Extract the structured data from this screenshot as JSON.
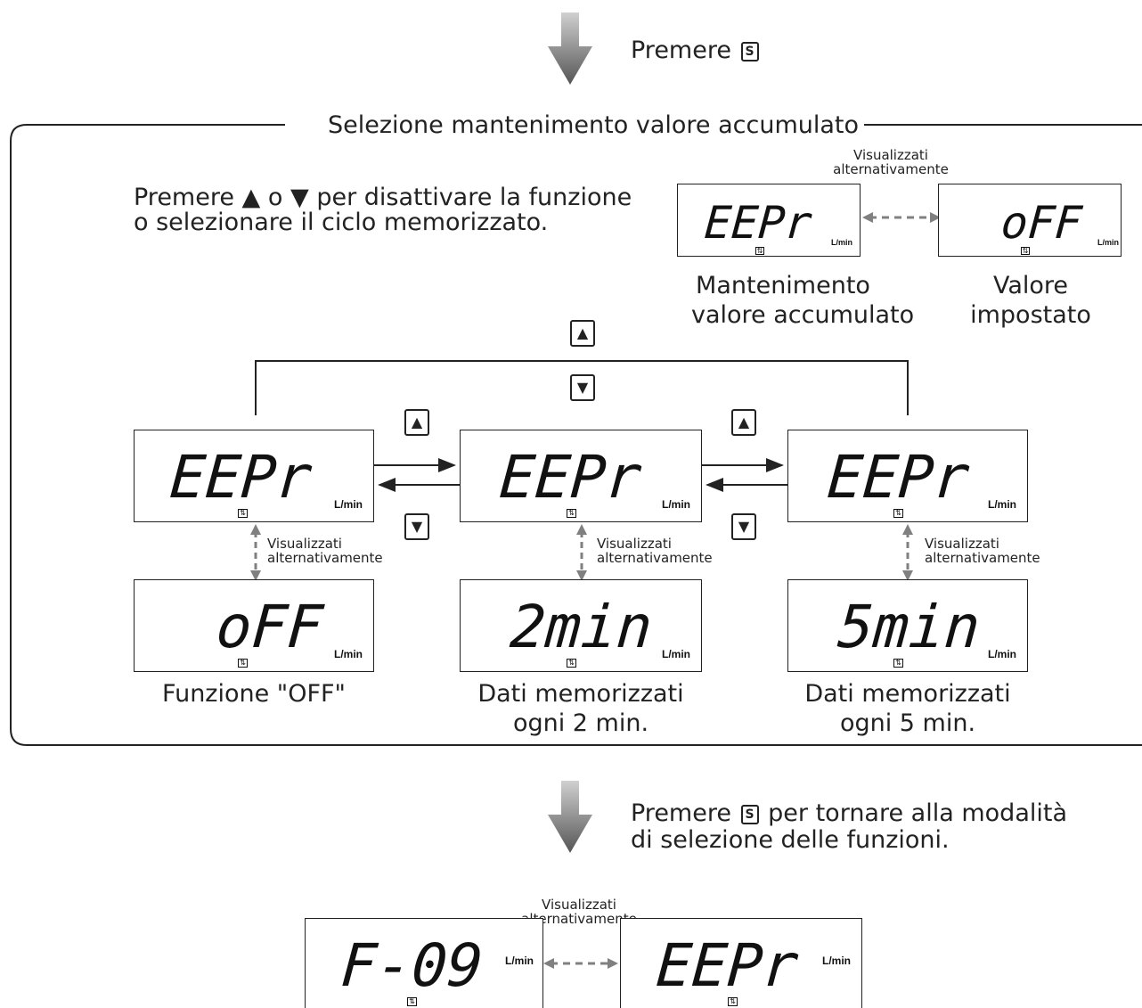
{
  "top_instruction": {
    "text": "Premere",
    "key": "S"
  },
  "frame_title": "Selezione mantenimento valore accumulato",
  "instruction": {
    "line1": "Premere ▲ o ▼ per disattivare la funzione",
    "line2": "o selezionare il ciclo memorizzato."
  },
  "alternately_label": {
    "line1": "Visualizzati",
    "line2": "alternativamente"
  },
  "unit": "L/min",
  "top_displays": [
    {
      "text": "EEPr",
      "caption1": "Mantenimento",
      "caption2": "valore accumulato"
    },
    {
      "text": "oFF",
      "caption1": "Valore",
      "caption2": "impostato"
    }
  ],
  "main_displays": [
    {
      "top_text": "EEPr",
      "bottom_text": "oFF",
      "caption1": "Funzione \"OFF\"",
      "caption2": ""
    },
    {
      "top_text": "EEPr",
      "bottom_text": "2min",
      "caption1": "Dati memorizzati",
      "caption2": "ogni 2 min."
    },
    {
      "top_text": "EEPr",
      "bottom_text": "5min",
      "caption1": "Dati memorizzati",
      "caption2": "ogni 5 min."
    }
  ],
  "buttons": {
    "up": "▲",
    "down": "▼"
  },
  "bottom_instruction": {
    "pre": "Premere",
    "key": "S",
    "post": "per tornare alla modalità",
    "line2": "di selezione delle funzioni."
  },
  "bottom_displays": [
    {
      "text": "F-09"
    },
    {
      "text": "EEPr"
    }
  ],
  "colors": {
    "line": "#222222",
    "dashed_arrow": "#808080",
    "down_arrow_gradient_top": "#cfcfcf",
    "down_arrow_gradient_bottom": "#555555"
  }
}
